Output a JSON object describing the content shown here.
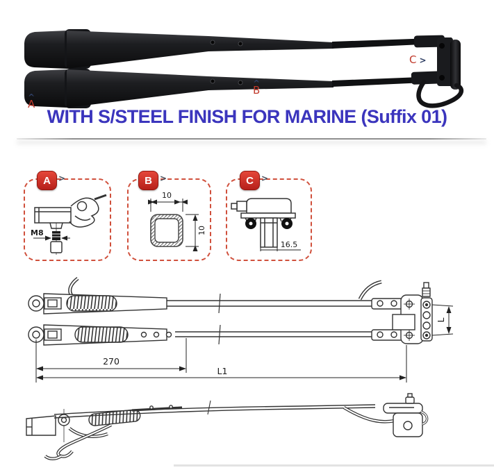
{
  "title": "WITH S/STEEL FINISH FOR MARINE (Suffix 01)",
  "photo": {
    "label_a": {
      "marker": "^",
      "letter": "A"
    },
    "label_b": {
      "marker": "^",
      "letter": "B"
    },
    "label_c": {
      "letter": "C",
      "marker": ">"
    }
  },
  "callouts": {
    "a": {
      "badge": "A",
      "pointer": ">",
      "thread_label": "M8"
    },
    "b": {
      "badge": "B",
      "pointer": ">",
      "dim_width": "10",
      "dim_height": "10"
    },
    "c": {
      "badge": "C",
      "pointer": ">",
      "dim_width": "16.5"
    }
  },
  "dimensions": {
    "arm_section": "270",
    "total_length": "L1",
    "bracket_height": "L"
  },
  "colors": {
    "title_blue": "#3b35bd",
    "label_red": "#c0392b",
    "badge_red": "#c92a21",
    "callout_border_red": "#d0503c",
    "drawing_line": "#2e2e2e"
  }
}
